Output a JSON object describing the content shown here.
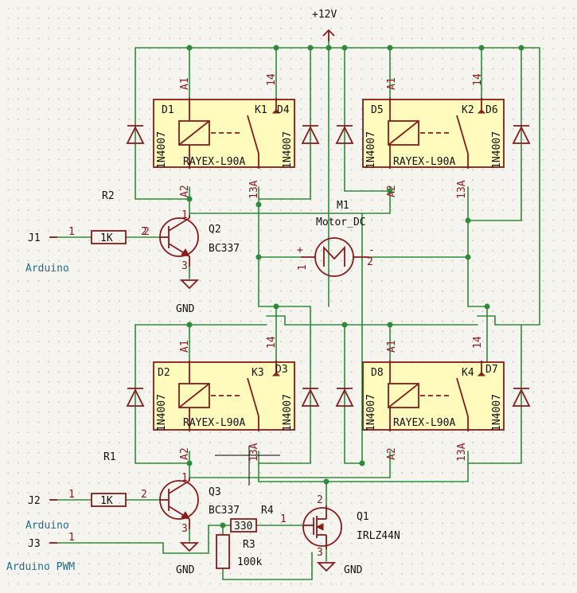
{
  "power": {
    "vcc": "+12V",
    "gnd": "GND"
  },
  "relays": [
    {
      "ref": "K1",
      "part": "RAYEX-L90A",
      "diode_in": "D1",
      "diode_out": "D4",
      "dpart": "1N4007"
    },
    {
      "ref": "K2",
      "part": "RAYEX-L90A",
      "diode_in": "D5",
      "diode_out": "D6",
      "dpart": "1N4007"
    },
    {
      "ref": "K3",
      "part": "RAYEX-L90A",
      "diode_in": "D2",
      "diode_out": "D3",
      "dpart": "1N4007"
    },
    {
      "ref": "K4",
      "part": "RAYEX-L90A",
      "diode_in": "D8",
      "diode_out": "D7",
      "dpart": "1N4007"
    }
  ],
  "pins": {
    "a1": "A1",
    "a2": "A2",
    "p14": "14",
    "p13a": "13A"
  },
  "motor": {
    "ref": "M1",
    "name": "Motor_DC",
    "pin1": "1",
    "pin2": "2",
    "plus": "+",
    "minus": "-"
  },
  "q2": {
    "ref": "Q2",
    "part": "BC337"
  },
  "q3": {
    "ref": "Q3",
    "part": "BC337"
  },
  "q1": {
    "ref": "Q1",
    "part": "IRLZ44N"
  },
  "r2": {
    "ref": "R2",
    "value": "1K"
  },
  "r1": {
    "ref": "R1",
    "value": "1K"
  },
  "r4": {
    "ref": "R4",
    "value": "330"
  },
  "r3": {
    "ref": "R3",
    "value": "100k"
  },
  "j1": {
    "ref": "J1",
    "label": "Arduino"
  },
  "j2": {
    "ref": "J2",
    "label": "Arduino"
  },
  "j3": {
    "ref": "J3",
    "label": "Arduino PWM"
  },
  "pinnums": {
    "one": "1",
    "two": "2",
    "three": "3"
  }
}
